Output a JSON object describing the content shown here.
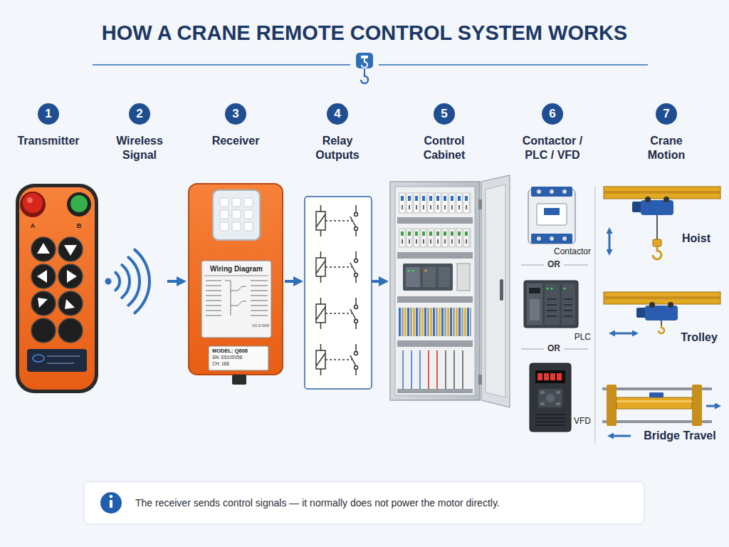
{
  "diagram": {
    "title": "HOW A CRANE REMOTE CONTROL SYSTEM WORKS",
    "caption": "The receiver sends control signals — it normally does not power the motor directly.",
    "nodes": [
      {
        "text": [
          "1",
          "Transmitter"
        ]
      },
      {
        "text": [
          "2",
          "Wireless Signal"
        ]
      },
      {
        "text": [
          "3",
          "Receiver"
        ]
      },
      {
        "text": [
          "4",
          "Relay Outputs"
        ]
      },
      {
        "text": [
          "5",
          "Control Cabinet"
        ]
      },
      {
        "text": [
          "6",
          "Contactor / PLC / VFD"
        ]
      },
      {
        "text": [
          "Contactor"
        ],
        "in": 5
      },
      {
        "text": [
          "PLC"
        ],
        "in": 5
      },
      {
        "text": [
          "VFD"
        ],
        "in": 5
      },
      {
        "text": [
          "7",
          "Crane Motion"
        ]
      },
      {
        "text": [
          "Hoist"
        ],
        "in": 9
      },
      {
        "text": [
          "Trolley"
        ],
        "in": 9
      },
      {
        "text": [
          "Bridge Travel"
        ],
        "in": 9
      }
    ],
    "edges": [
      {
        "from": 1,
        "to": 2,
        "arrow": "to"
      },
      {
        "from": 2,
        "to": 3,
        "arrow": "to"
      },
      {
        "from": 3,
        "to": 4,
        "arrow": "to"
      }
    ],
    "labels": [
      "A",
      "B",
      "Wiring Diagram",
      "V2.0-006",
      "MODEL: Q606",
      "SN: E6100056",
      "CH: 166",
      "OR",
      "OR"
    ]
  }
}
